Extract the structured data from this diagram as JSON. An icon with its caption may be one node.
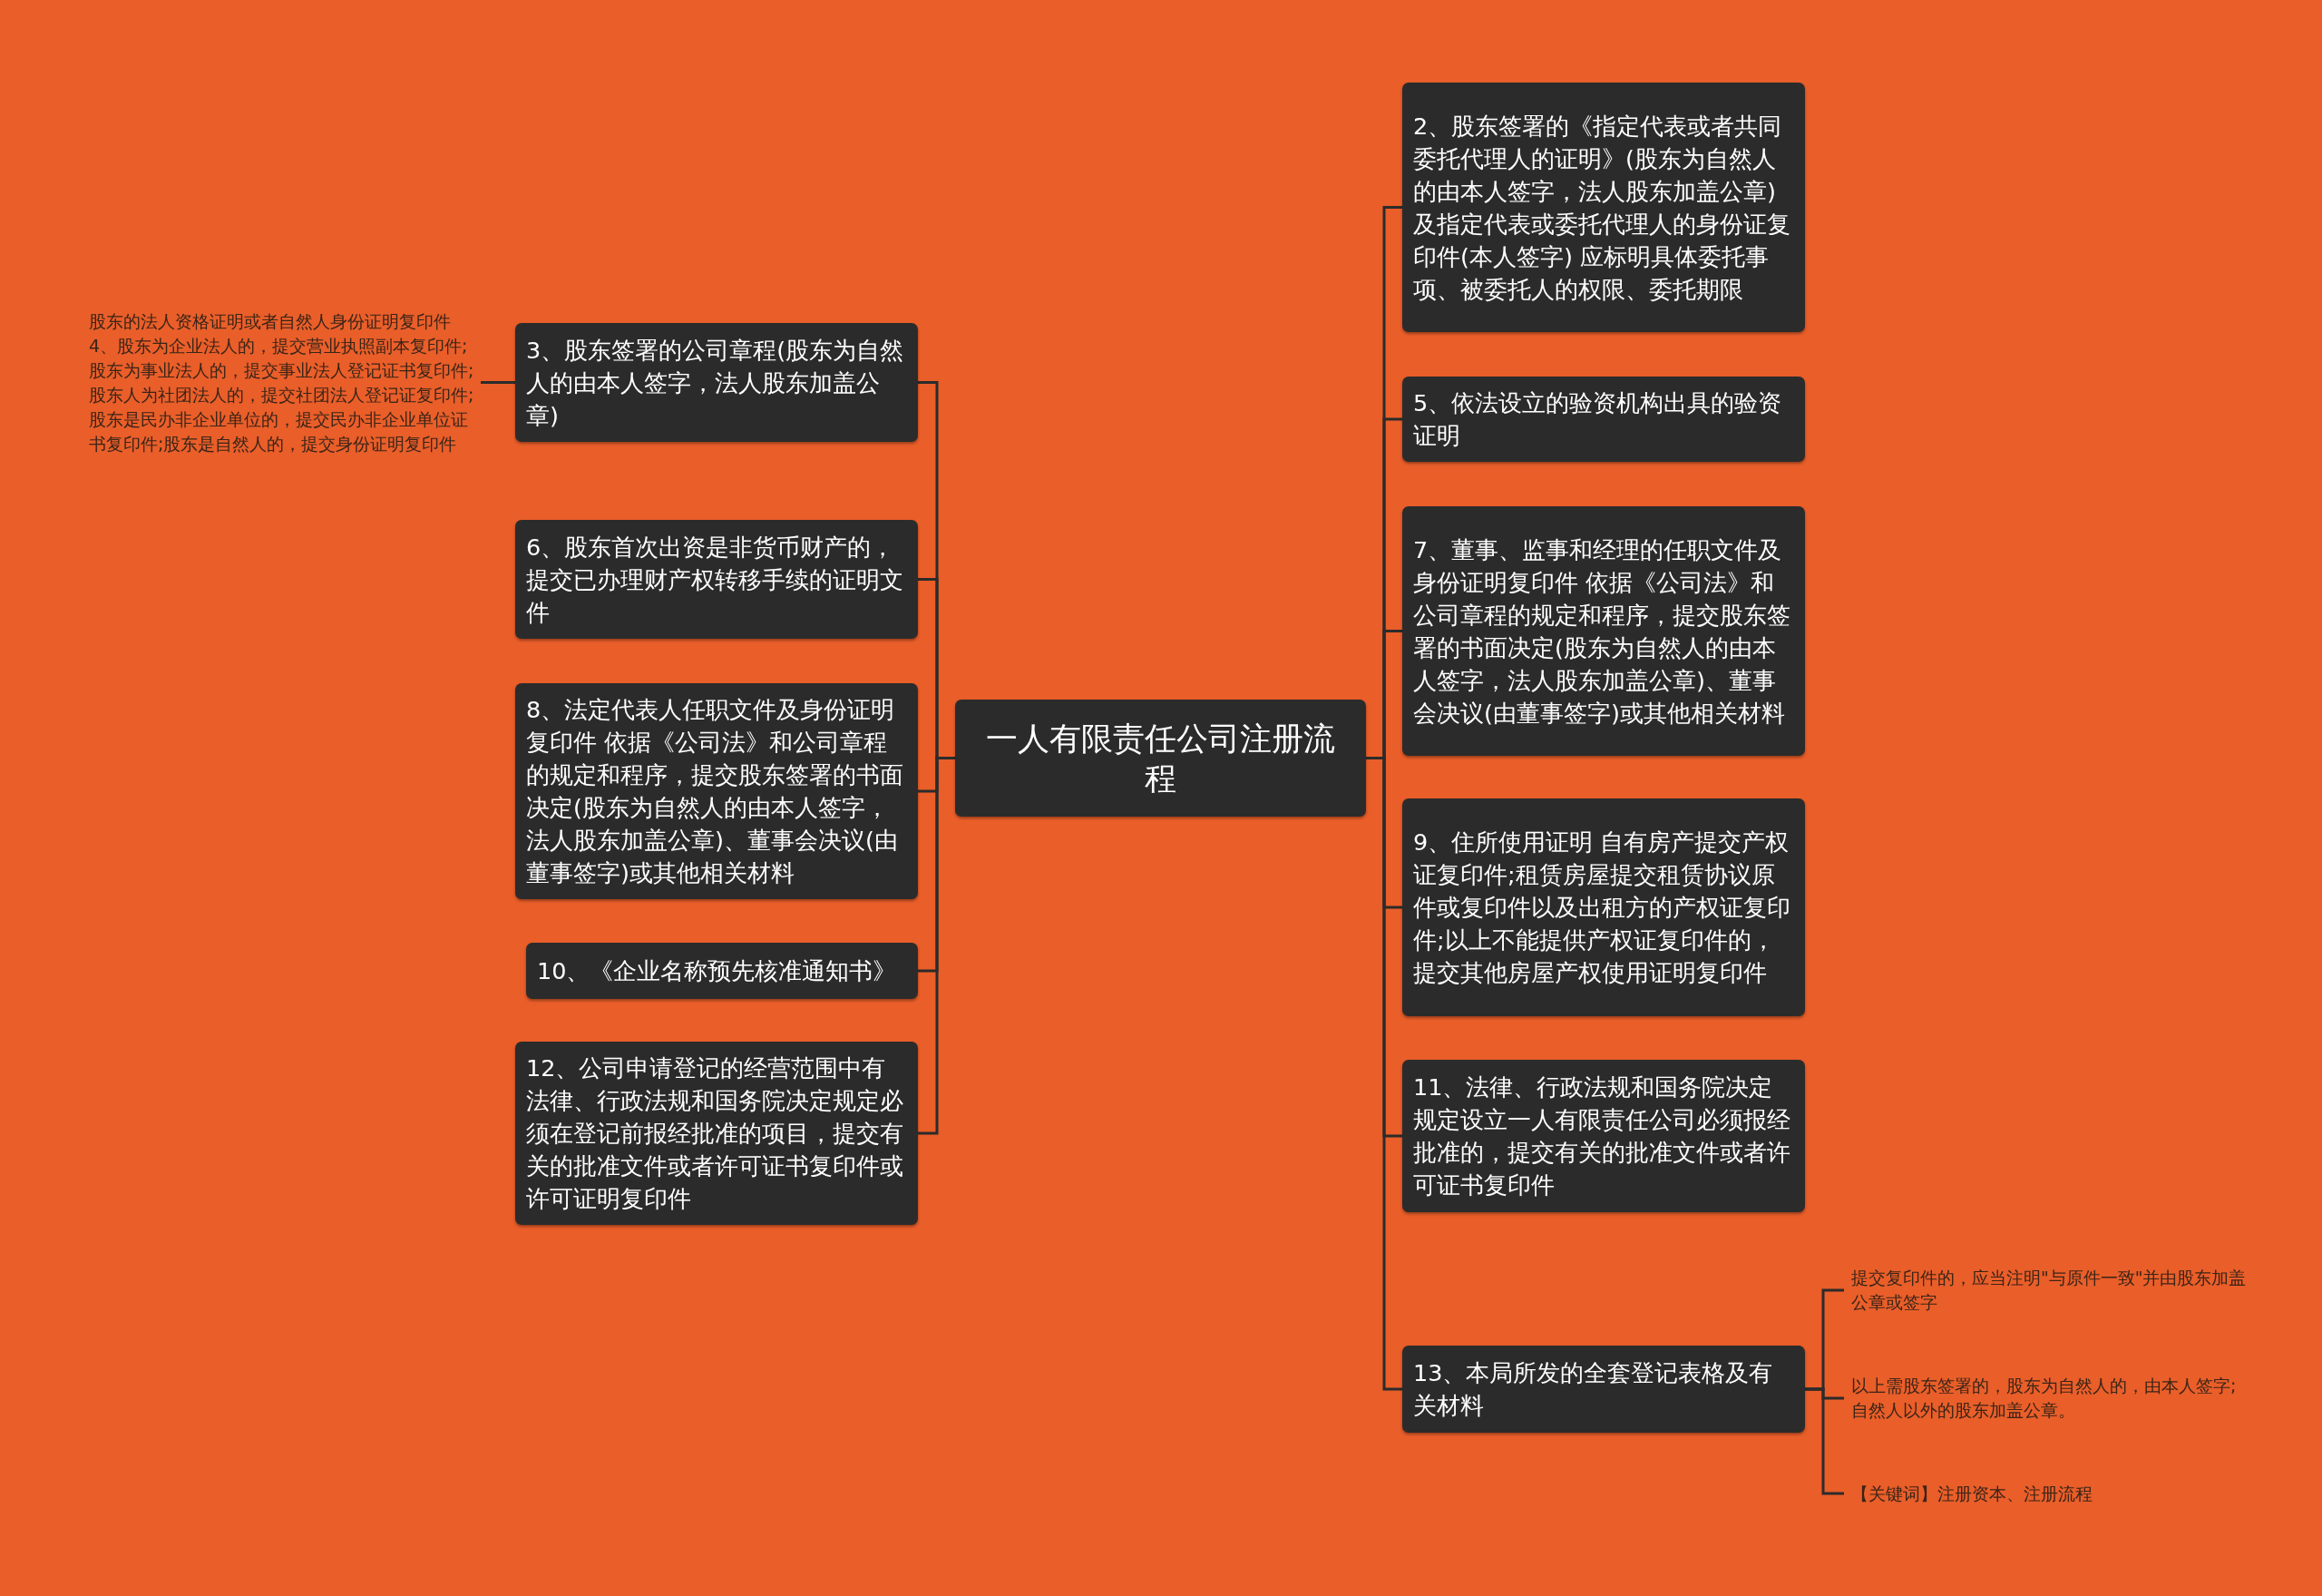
{
  "diagram": {
    "nodes": [
      {
        "text": [
          "一人有限责任公司注册流程"
        ]
      },
      {
        "text": [
          "3、股东签署的公司章程(股东为自然人的由本人签字，法人股东加盖公章)"
        ]
      },
      {
        "text": [
          "股东的法人资格证明或者自然人身份证明复印件 4、股东为企业法人的，提交营业执照副本复印件;股东为事业法人的，提交事业法人登记证书复印件;股东人为社团法人的，提交社团法人登记证复印件;股东是民办非企业单位的，提交民办非企业单位证书复印件;股东是自然人的，提交身份证明复印件"
        ]
      },
      {
        "text": [
          "6、股东首次出资是非货币财产的，提交已办理财产权转移手续的证明文件"
        ]
      },
      {
        "text": [
          "8、法定代表人任职文件及身份证明复印件 依据《公司法》和公司章程的规定和程序，提交股东签署的书面决定(股东为自然人的由本人签字，法人股东加盖公章)、董事会决议(由董事签字)或其他相关材料"
        ]
      },
      {
        "text": [
          "10、《企业名称预先核准通知书》"
        ]
      },
      {
        "text": [
          "12、公司申请登记的经营范围中有法律、行政法规和国务院决定规定必须在登记前报经批准的项目，提交有关的批准文件或者许可证书复印件或许可证明复印件"
        ]
      },
      {
        "text": [
          "2、股东签署的《指定代表或者共同委托代理人的证明》(股东为自然人的由本人签字，法人股东加盖公章)及指定代表或委托代理人的身份证复印件(本人签字) 应标明具体委托事项、被委托人的权限、委托期限"
        ]
      },
      {
        "text": [
          "5、依法设立的验资机构出具的验资证明"
        ]
      },
      {
        "text": [
          "7、董事、监事和经理的任职文件及身份证明复印件 依据《公司法》和公司章程的规定和程序，提交股东签署的书面决定(股东为自然人的由本人签字，法人股东加盖公章)、董事会决议(由董事签字)或其他相关材料"
        ]
      },
      {
        "text": [
          "9、住所使用证明 自有房产提交产权证复印件;租赁房屋提交租赁协议原件或复印件以及出租方的产权证复印件;以上不能提供产权证复印件的，提交其他房屋产权使用证明复印件"
        ]
      },
      {
        "text": [
          "11、法律、行政法规和国务院决定规定设立一人有限责任公司必须报经批准的，提交有关的批准文件或者许可证书复印件"
        ]
      },
      {
        "text": [
          "13、本局所发的全套登记表格及有关材料"
        ]
      },
      {
        "text": [
          "提交复印件的，应当注明\"与原件一致\"并由股东加盖公章或签字"
        ]
      },
      {
        "text": [
          "以上需股东签署的，股东为自然人的，由本人签字;自然人以外的股东加盖公章。"
        ]
      },
      {
        "text": [
          "【关键词】注册资本、注册流程"
        ]
      }
    ],
    "edges": [
      {
        "from": 0,
        "to": 1,
        "arrow": "none"
      },
      {
        "from": 1,
        "to": 2,
        "arrow": "none"
      },
      {
        "from": 0,
        "to": 3,
        "arrow": "none"
      },
      {
        "from": 0,
        "to": 4,
        "arrow": "none"
      },
      {
        "from": 0,
        "to": 5,
        "arrow": "none"
      },
      {
        "from": 0,
        "to": 6,
        "arrow": "none"
      },
      {
        "from": 0,
        "to": 7,
        "arrow": "none"
      },
      {
        "from": 0,
        "to": 8,
        "arrow": "none"
      },
      {
        "from": 0,
        "to": 9,
        "arrow": "none"
      },
      {
        "from": 0,
        "to": 10,
        "arrow": "none"
      },
      {
        "from": 0,
        "to": 11,
        "arrow": "none"
      },
      {
        "from": 0,
        "to": 12,
        "arrow": "none"
      },
      {
        "from": 12,
        "to": 13,
        "arrow": "none"
      },
      {
        "from": 12,
        "to": 14,
        "arrow": "none"
      },
      {
        "from": 12,
        "to": 15,
        "arrow": "none"
      }
    ]
  }
}
